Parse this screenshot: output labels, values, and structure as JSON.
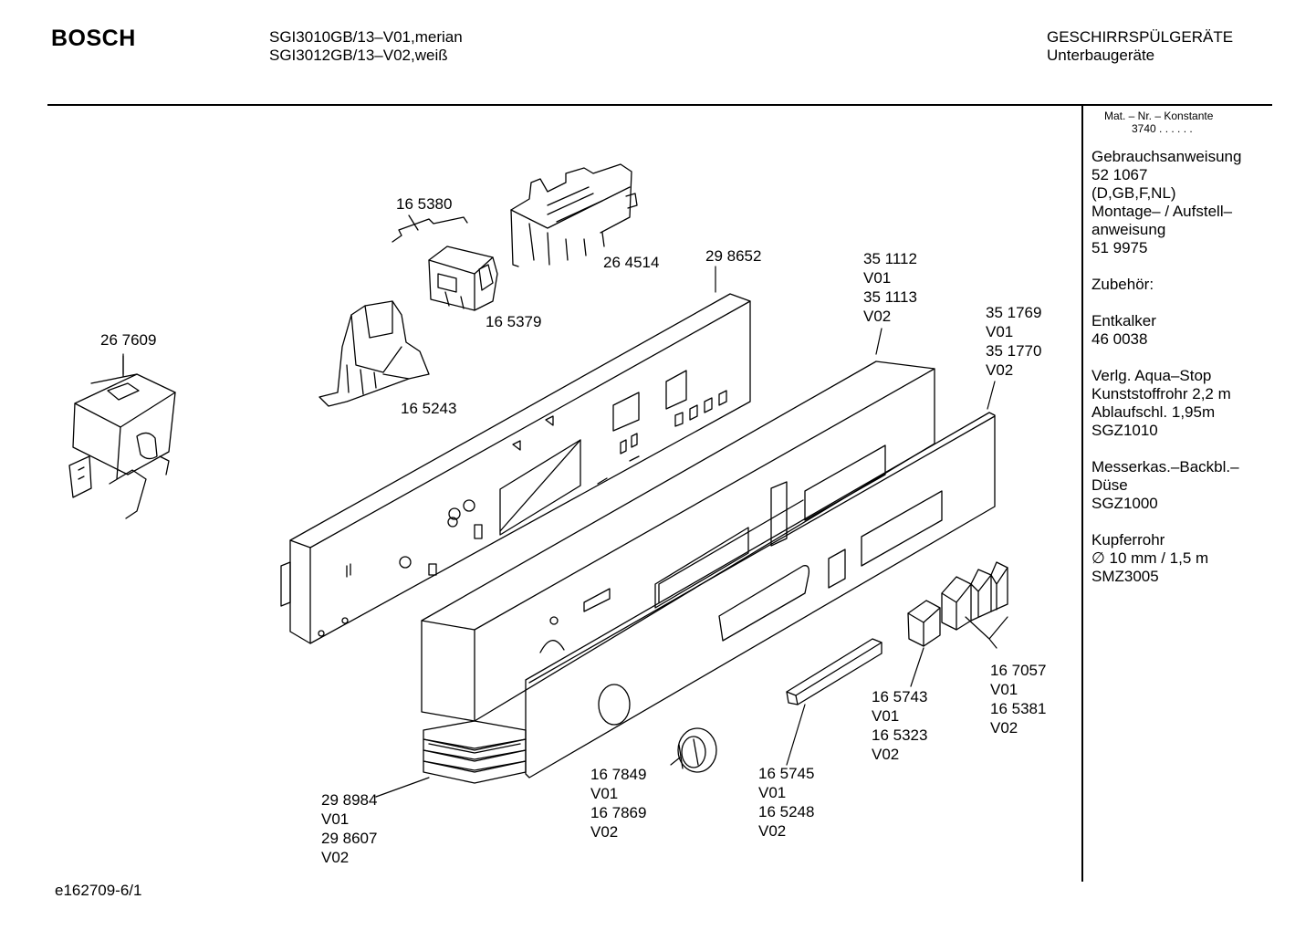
{
  "header": {
    "brand": "BOSCH",
    "model_line_1": "SGI3010GB/13–V01,merian",
    "model_line_2": "SGI3012GB/13–V02,weiß",
    "category_line_1": "GESCHIRRSPÜLGERÄTE",
    "category_line_2": "Unterbaugeräte"
  },
  "sidebar": {
    "mat_nr_label": "Mat. – Nr. – Konstante",
    "mat_nr_value": "3740 . . . . . .",
    "blocks": [
      [
        "Gebrauchsanweisung",
        "52 1067",
        "(D,GB,F,NL)",
        "Montage– / Aufstell–",
        "anweisung",
        "51 9975"
      ],
      [
        "Zubehör:"
      ],
      [
        "Entkalker",
        "46 0038"
      ],
      [
        "Verlg. Aqua–Stop",
        "Kunststoffrohr 2,2 m",
        "Ablaufschl. 1,95m",
        "SGZ1010"
      ],
      [
        "Messerkas.–Backbl.–",
        "Düse",
        "SGZ1000"
      ],
      [
        "Kupferrohr",
        "∅ 10 mm / 1,5 m",
        "SMZ3005"
      ]
    ]
  },
  "parts": {
    "p165380": [
      "16 5380"
    ],
    "p264514": [
      "26 4514"
    ],
    "p298652": [
      "29 8652"
    ],
    "p165379": [
      "16 5379"
    ],
    "p165243": [
      "16 5243"
    ],
    "p267609": [
      "26 7609"
    ],
    "p351112": [
      "35 1112",
      "V01",
      "35 1113",
      "V02"
    ],
    "p351769": [
      "35 1769",
      "V01",
      "35 1770",
      "V02"
    ],
    "p167057": [
      "16 7057",
      "V01",
      "16 5381",
      "V02"
    ],
    "p165743": [
      "16 5743",
      "V01",
      "16 5323",
      "V02"
    ],
    "p165745": [
      "16 5745",
      "V01",
      "16 5248",
      "V02"
    ],
    "p167849": [
      "16 7849",
      "V01",
      "16 7869",
      "V02"
    ],
    "p298984": [
      "29 8984",
      "V01",
      "29 8607",
      "V02"
    ]
  },
  "footer": {
    "code": "e162709-6/1"
  }
}
